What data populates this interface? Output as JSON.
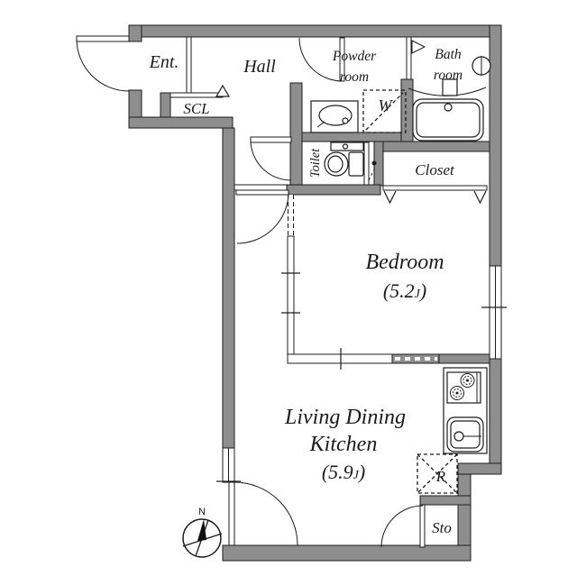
{
  "colors": {
    "wall": "#8e8e8e",
    "line": "#1c1c1c",
    "background": "#ffffff"
  },
  "rooms": {
    "entrance": {
      "label": "Ent."
    },
    "hall": {
      "label": "Hall"
    },
    "scl": {
      "label": "SCL"
    },
    "powder": {
      "line1": "Powder",
      "line2": "room"
    },
    "bath": {
      "line1": "Bath",
      "line2": "room"
    },
    "washer": {
      "label": "W"
    },
    "toilet": {
      "label": "Toilet"
    },
    "closet": {
      "label": "Closet"
    },
    "bedroom": {
      "label": "Bedroom",
      "size_prefix": "(5.2",
      "size_unit": "J",
      "size_suffix": ")"
    },
    "ldk": {
      "line1": "Living Dining",
      "line2": "Kitchen",
      "size_prefix": "(5.9",
      "size_unit": "J",
      "size_suffix": ")"
    },
    "fridge": {
      "label": "R"
    },
    "storage": {
      "label": "Sto"
    }
  },
  "compass": {
    "label": "N"
  }
}
